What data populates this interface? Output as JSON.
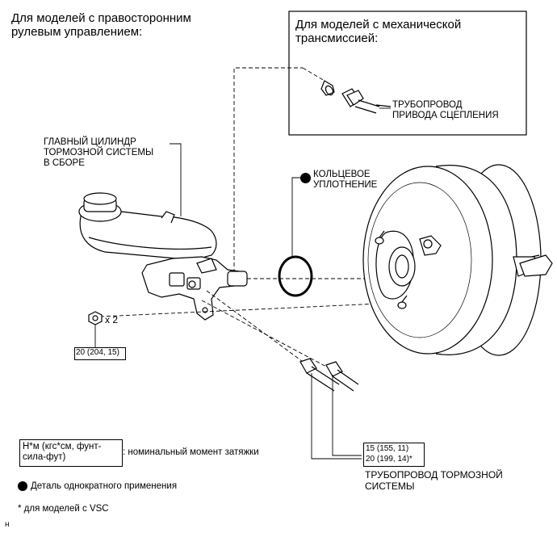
{
  "headings": {
    "rhd": "Для моделей с правосторонним\nрулевым управлением:",
    "manual": "Для моделей с механической\nтрансмиссией:"
  },
  "labels": {
    "clutch_line": "ТРУБОПРОВОД\nПРИВОДА СЦЕПЛЕНИЯ",
    "master_cylinder": "ГЛАВНЫЙ ЦИЛИНДР\nТОРМОЗНОЙ СИСТЕМЫ\nВ СБОРЕ",
    "o_ring": "КОЛЬЦЕВОЕ\nУПЛОТНЕНИЕ",
    "quantity": "x 2",
    "brake_line": "ТРУБОПРОВОД ТОРМОЗНОЙ\nСИСТЕМЫ"
  },
  "torques": {
    "nut": "20 (204, 15)",
    "brake_line_1": "15 (155, 11)",
    "brake_line_2": "20 (199, 14)*"
  },
  "legend": {
    "unit_box": "Н*м (кгс*см, фунт-\nсила-фут)",
    "unit_desc": ": номинальный момент затяжки",
    "single_use": "Деталь однократного применения",
    "vsc_note": "* для моделей с VSC"
  },
  "footer_mark": "н"
}
